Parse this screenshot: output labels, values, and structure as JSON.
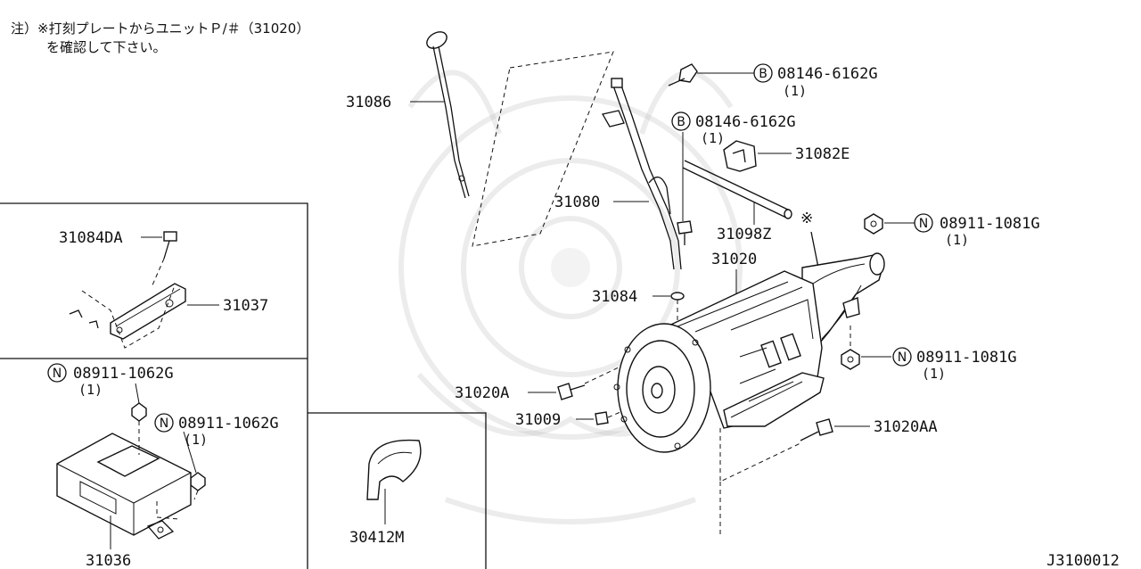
{
  "note": {
    "line1": "注）※打刻プレートからユニットＰ/＃（31020）",
    "line2": "を確認して下さい。"
  },
  "diagram_id": "J3100012",
  "parts": {
    "p31086": "31086",
    "p31080": "31080",
    "b1_prefix": "B",
    "b1_number": "08146-6162G",
    "b1_qty": "(1)",
    "b2_prefix": "B",
    "b2_number": "08146-6162G",
    "b2_qty": "(1)",
    "p31082e": "31082E",
    "p31098z": "31098Z",
    "p31020": "31020",
    "p31084": "31084",
    "n1_prefix": "N",
    "n1_number": "08911-1081G",
    "n1_qty": "(1)",
    "n2_prefix": "N",
    "n2_number": "08911-1081G",
    "n2_qty": "(1)",
    "p31020a": "31020A",
    "p31009": "31009",
    "p31020aa": "31020AA",
    "asterisk": "※",
    "p31084da": "31084DA",
    "p31037": "31037",
    "n3_prefix": "N",
    "n3_number": "08911-1062G",
    "n3_qty": "(1)",
    "n4_prefix": "N",
    "n4_number": "08911-1062G",
    "n4_qty": "(1)",
    "p31036": "31036",
    "p30412m": "30412M"
  }
}
